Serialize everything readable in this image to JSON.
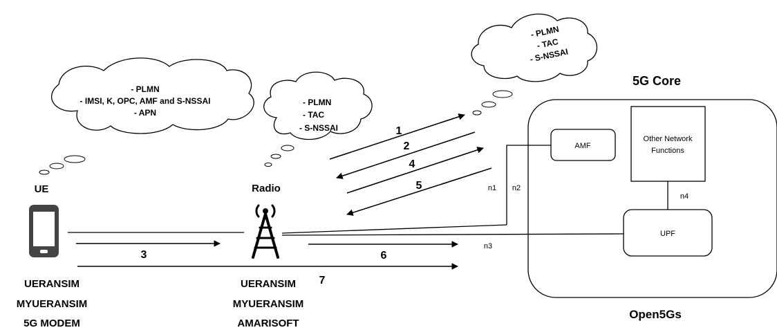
{
  "ue": {
    "title": "UE",
    "thought": [
      "- PLMN",
      "- IMSI, K, OPC, AMF and S-NSSAI",
      "- APN"
    ],
    "options": [
      "UERANSIM",
      "MYUERANSIM",
      "5G MODEM"
    ]
  },
  "radio": {
    "title": "Radio",
    "thought": [
      "- PLMN",
      "- TAC",
      "- S-NSSAI"
    ],
    "options": [
      "UERANSIM",
      "MYUERANSIM",
      "AMARISOFT"
    ]
  },
  "core": {
    "title": "5G Core",
    "thought": [
      "- PLMN",
      "- TAC",
      "- S-NSSAI"
    ],
    "amf": "AMF",
    "other_nf": [
      "Other Network",
      "Functions"
    ],
    "upf": "UPF",
    "caption": "Open5Gs"
  },
  "interfaces": {
    "n1": "n1",
    "n2": "n2",
    "n3": "n3",
    "n4": "n4"
  },
  "steps": [
    "1",
    "2",
    "3",
    "4",
    "5",
    "6",
    "7"
  ]
}
